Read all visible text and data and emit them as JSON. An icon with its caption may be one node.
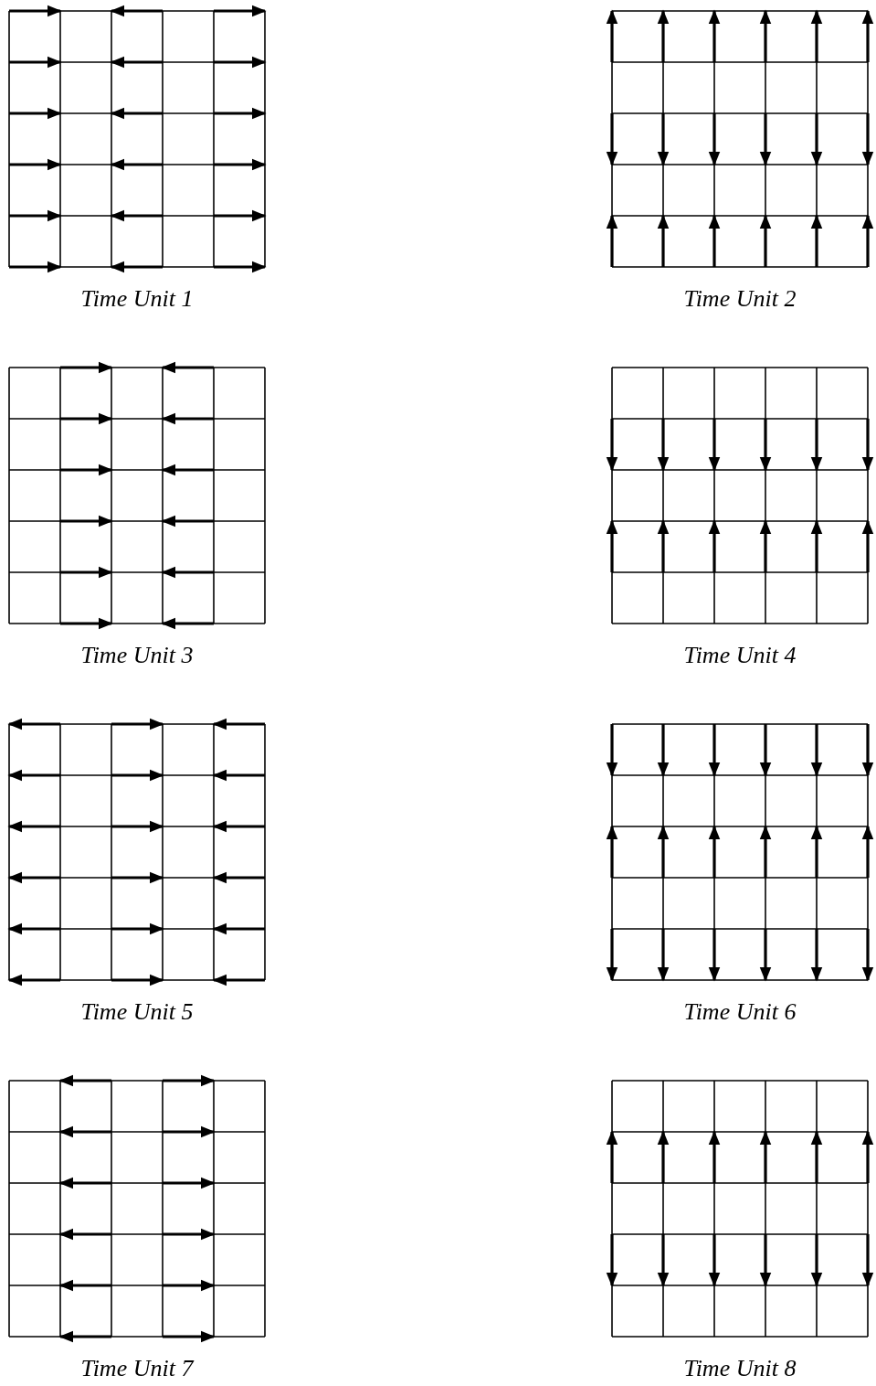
{
  "diagram": {
    "labels": [
      "Time Unit 1",
      "Time Unit 2",
      "Time Unit 3",
      "Time Unit 4",
      "Time Unit 5",
      "Time Unit 6",
      "Time Unit 7",
      "Time Unit 8"
    ]
  }
}
